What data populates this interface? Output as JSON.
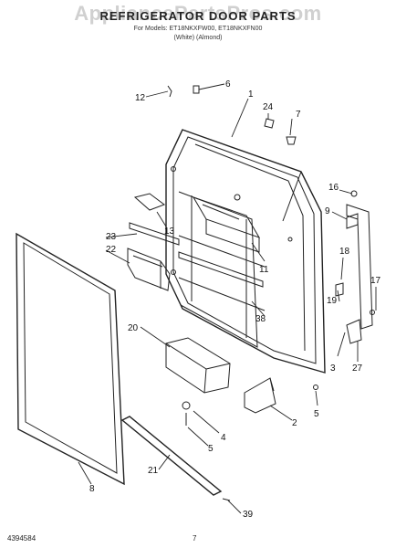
{
  "header": {
    "watermark": "AppliancePartsPros.com",
    "title": "REFRIGERATOR DOOR PARTS",
    "models": "For Models: ET18NKXFW00, ET18NKXFN00",
    "colors": "(White)        (Almond)"
  },
  "callouts": [
    "12",
    "6",
    "1",
    "24",
    "7",
    "16",
    "9",
    "13",
    "23",
    "22",
    "11",
    "18",
    "17",
    "19",
    "38",
    "20",
    "3",
    "27",
    "5",
    "2",
    "4",
    "5",
    "21",
    "8",
    "39"
  ],
  "footer": {
    "doc_number": "4394584",
    "page": "7"
  }
}
